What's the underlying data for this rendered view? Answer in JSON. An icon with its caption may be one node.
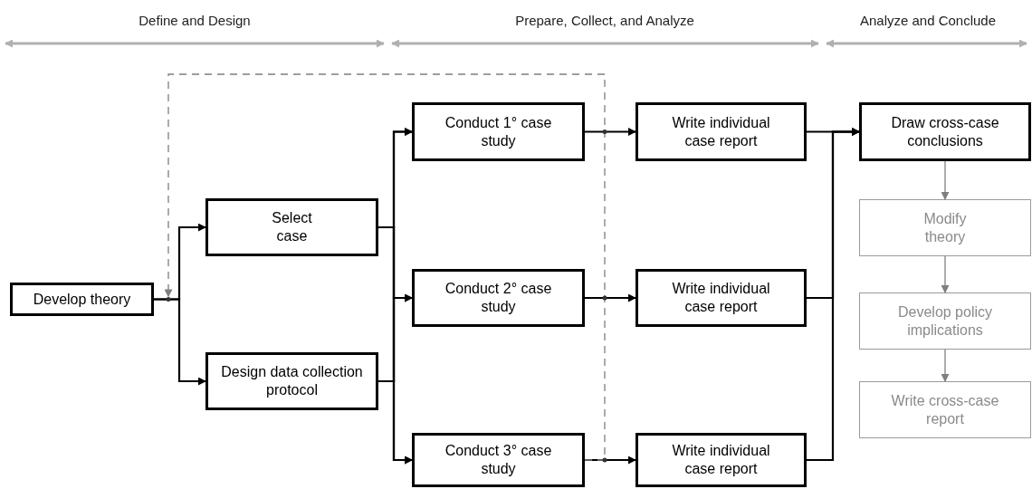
{
  "diagram": {
    "nodes": [
      {
        "text": [
          "Develop theory"
        ]
      },
      {
        "text": [
          "Select case"
        ]
      },
      {
        "text": [
          "Design data collection protocol"
        ]
      },
      {
        "text": [
          "Conduct 1° case study"
        ]
      },
      {
        "text": [
          "Conduct 2° case study"
        ]
      },
      {
        "text": [
          "Conduct 3° case study"
        ]
      },
      {
        "text": [
          "Write individual case report"
        ]
      },
      {
        "text": [
          "Write individual case report"
        ]
      },
      {
        "text": [
          "Write individual case report"
        ]
      },
      {
        "text": [
          "Draw cross-case conclusions"
        ]
      },
      {
        "text": [
          "Modify theory"
        ]
      },
      {
        "text": [
          "Develop policy implications"
        ]
      },
      {
        "text": [
          "Write cross-case report"
        ]
      }
    ],
    "edges": [
      {
        "from": 0,
        "to": 1,
        "arrow": "to"
      },
      {
        "from": 0,
        "to": 2,
        "arrow": "to"
      },
      {
        "from": 1,
        "to": 3,
        "arrow": "to"
      },
      {
        "from": 1,
        "to": 4,
        "arrow": "to"
      },
      {
        "from": 1,
        "to": 5,
        "arrow": "to"
      },
      {
        "from": 2,
        "to": 3,
        "arrow": "to"
      },
      {
        "from": 2,
        "to": 4,
        "arrow": "to"
      },
      {
        "from": 2,
        "to": 5,
        "arrow": "to"
      },
      {
        "from": 3,
        "to": 6,
        "arrow": "to"
      },
      {
        "from": 4,
        "to": 7,
        "arrow": "to"
      },
      {
        "from": 5,
        "to": 8,
        "arrow": "to"
      },
      {
        "from": 6,
        "to": 9,
        "arrow": "to"
      },
      {
        "from": 7,
        "to": 9,
        "arrow": "to"
      },
      {
        "from": 8,
        "to": 9,
        "arrow": "to"
      },
      {
        "from": 9,
        "to": 10,
        "arrow": "to",
        "color": "#7f7f7f"
      },
      {
        "from": 10,
        "to": 11,
        "arrow": "to",
        "color": "#7f7f7f"
      },
      {
        "from": 11,
        "to": 12,
        "arrow": "to",
        "color": "#7f7f7f"
      },
      {
        "from": 5,
        "to": 0,
        "arrow": "to",
        "style": "dashed",
        "color": "#7f7f7f"
      }
    ],
    "labels": [
      "Define and Design",
      "Prepare, Collect, and Analyze",
      "Analyze and Conclude"
    ]
  }
}
